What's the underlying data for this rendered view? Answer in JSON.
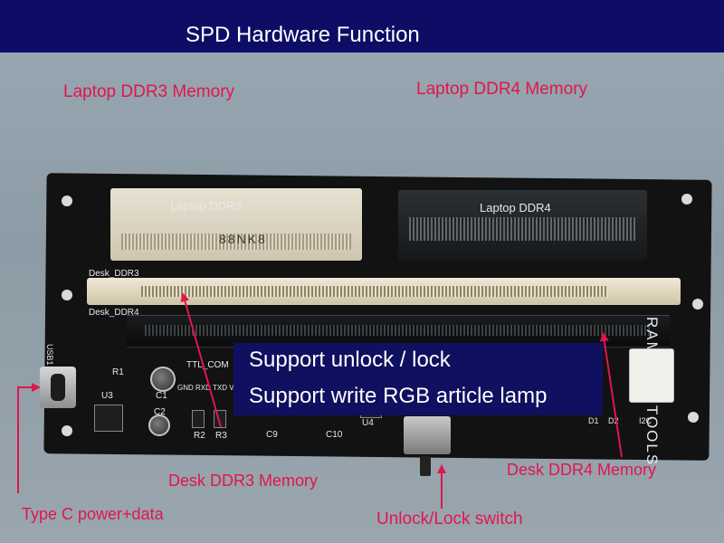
{
  "banner": {
    "title": "SPD Hardware Function",
    "color": "#0d0d66"
  },
  "callouts": {
    "laptop_ddr3": "Laptop DDR3 Memory",
    "laptop_ddr4": "Laptop DDR4 Memory",
    "desk_ddr3": "Desk DDR3 Memory",
    "desk_ddr4": "Desk DDR4 Memory",
    "type_c": "Type C power+data",
    "switch": "Unlock/Lock switch",
    "color": "#e0164e"
  },
  "overlay": {
    "line1": "Support unlock / lock",
    "line2": "Support write RGB article lamp",
    "color": "#101060"
  },
  "silkscreen": {
    "laptop_ddr3": "Laptop DDR3",
    "laptop_ddr4": "Laptop DDR4",
    "desk_ddr3": "Desk_DDR3",
    "desk_ddr4": "Desk_DDR4",
    "brand": "RAM SPD TOOLS",
    "ttl": "TTL_COM",
    "ttl_pins": "GND RXD TXD V3",
    "r1": "R1",
    "u3": "U3",
    "c1": "C1",
    "c2": "C2",
    "r2": "R2",
    "r3": "R3",
    "c9": "C9",
    "c10": "C10",
    "u4": "U4",
    "d1": "D1",
    "d2": "D2",
    "i2c": "I2C",
    "usb": "USB1",
    "module_label": "88NK8"
  }
}
